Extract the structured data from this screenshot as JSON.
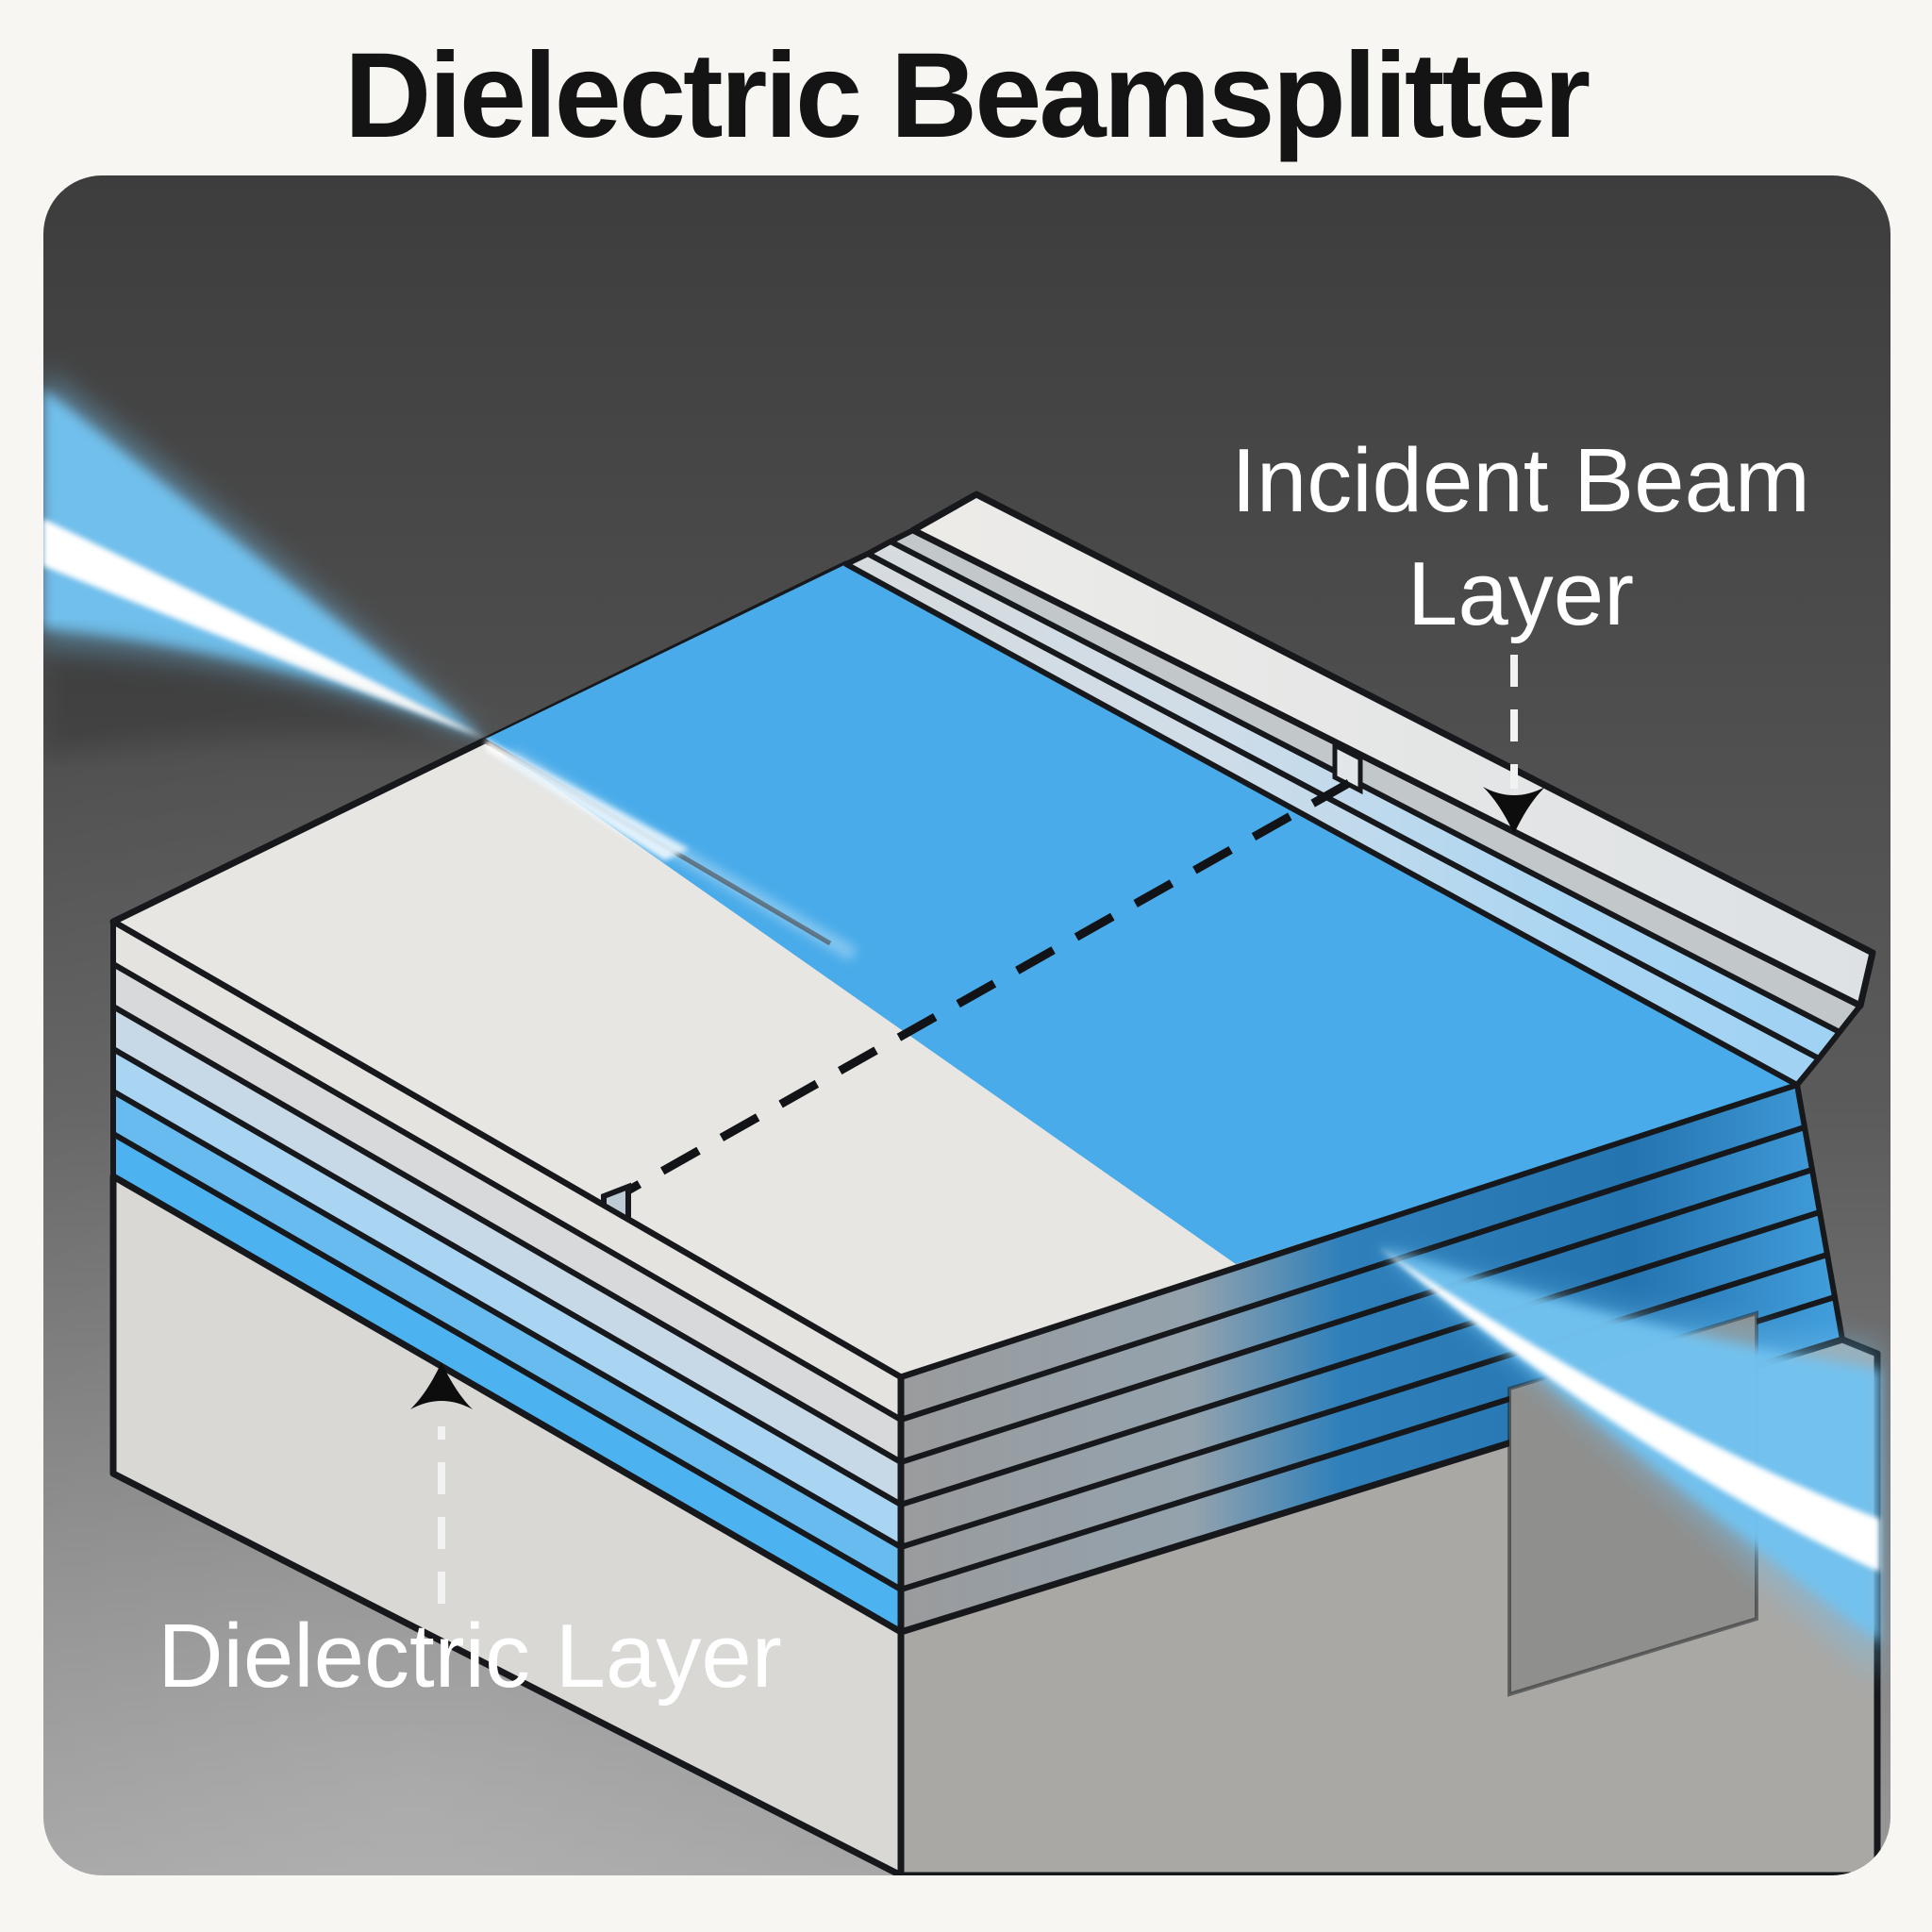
{
  "title": "Dielectric Beamsplitter",
  "labels": {
    "incident": {
      "line1": "Incident Beam",
      "line2": "Layer"
    },
    "dielectric": "Dielectric Layer"
  },
  "colors": {
    "page_bg": "#f7f6f3",
    "title_text": "#141414",
    "label_text": "#ffffff",
    "outline": "#16181b",
    "panel_top": "#3d3d3d",
    "panel_mid": "#5b5b5b",
    "panel_bottom": "#9a9a9a",
    "beam_blue": "#72c2f0",
    "beam_core": "#ffffff",
    "footprint_blue": "#49abe9",
    "deep_blue": "#2474b0",
    "top_face_gray": "#e7e6e3",
    "substrate_left": "#d9d8d5",
    "substrate_right": "#a9a8a5",
    "strip_top_gray": "#e9e8e5",
    "arrow_dash": "#f2f2f2",
    "arrowhead": "#0d0d0d"
  },
  "layer_colors": [
    "#e4e3e0",
    "#d7d9db",
    "#c7d8e6",
    "#a9d4f2",
    "#68bbee",
    "#4db2f0"
  ],
  "layer_count": 6
}
